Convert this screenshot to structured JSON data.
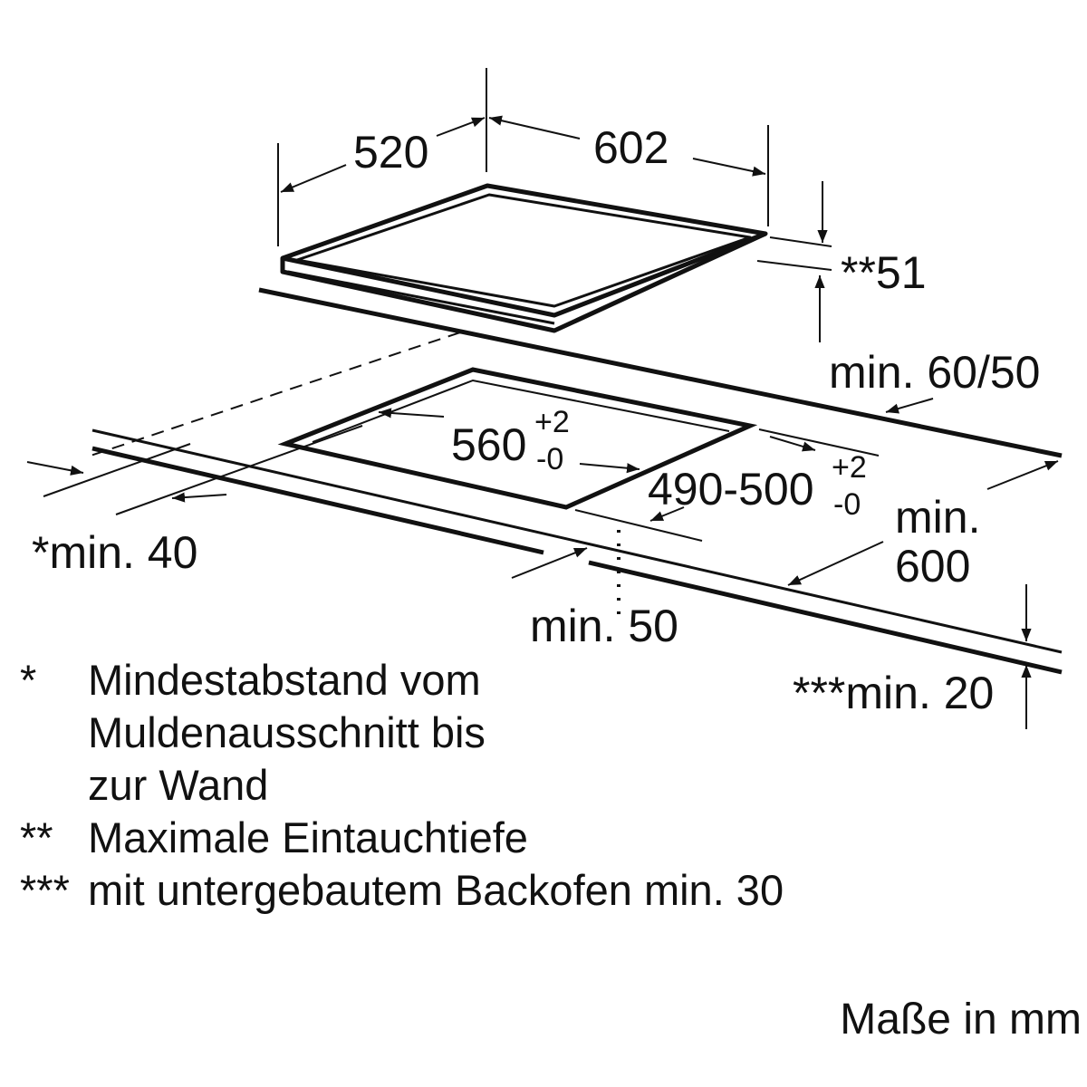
{
  "dimensions": {
    "hob_depth": "520",
    "hob_width": "602",
    "insertion_depth": "**51",
    "worktop_min_thickness": "min. 60/50",
    "cutout_width": "560",
    "cutout_width_tol_plus": "+2",
    "cutout_width_tol_minus": "-0",
    "cutout_depth": "490-500",
    "cutout_depth_tol_plus": "+2",
    "cutout_depth_tol_minus": "-0",
    "worktop_depth_min_label": "min.",
    "worktop_depth_min_value": "600",
    "wall_distance": "*min. 40",
    "front_distance": "min. 50",
    "below_distance": "***min. 20"
  },
  "notes": [
    {
      "mark": "*",
      "lines": [
        "Mindestabstand vom",
        "Muldenausschnitt bis",
        "zur Wand"
      ]
    },
    {
      "mark": "**",
      "lines": [
        "Maximale Eintauchtiefe"
      ]
    },
    {
      "mark": "***",
      "lines": [
        "mit untergebautem Backofen min. 30"
      ]
    }
  ],
  "units_label": "Maße in mm"
}
